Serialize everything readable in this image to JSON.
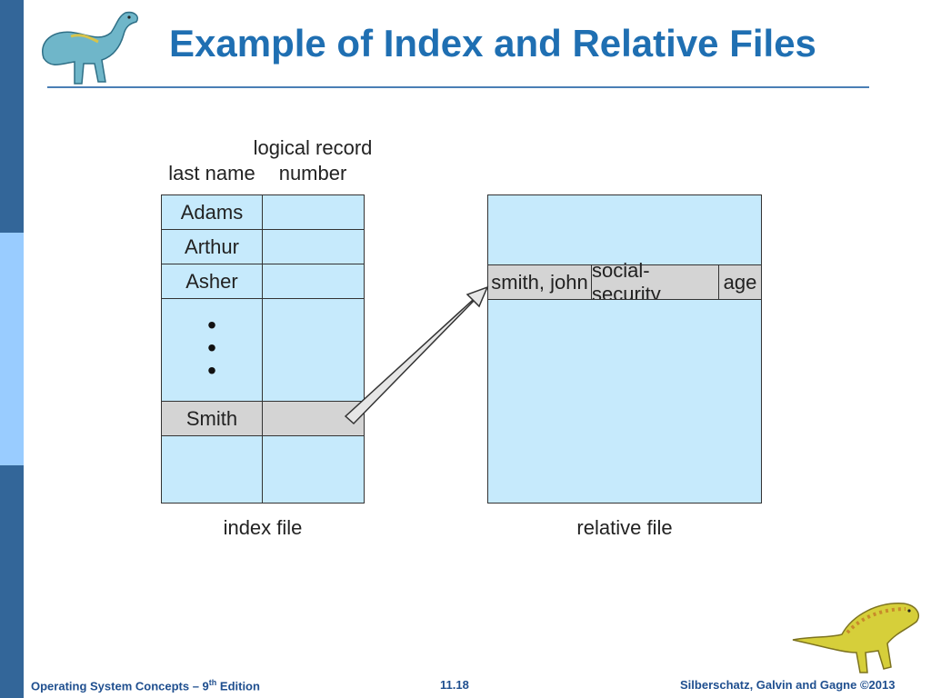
{
  "slide": {
    "title": "Example of Index and Relative Files"
  },
  "index_file": {
    "header_col1": "last name",
    "header_col2_line1": "logical record",
    "header_col2_line2": "number",
    "rows": [
      "Adams",
      "Arthur",
      "Asher",
      "Smith"
    ],
    "ellipsis": "•",
    "label": "index file"
  },
  "relative_file": {
    "record_fields": [
      "smith, john",
      "social-security",
      "age"
    ],
    "label": "relative file"
  },
  "footer": {
    "left_prefix": "Operating System Concepts – 9",
    "left_sup": "th",
    "left_suffix": " Edition",
    "center": "11.18",
    "right": "Silberschatz, Galvin and Gagne ©2013"
  },
  "colors": {
    "accent_bar": "#336699",
    "accent_bar_light": "#99ccff",
    "title": "#1f6fb2",
    "cell_fill": "#c6eafc",
    "highlight_fill": "#d4d4d4"
  },
  "icons": [
    "dinosaur-top-left-icon",
    "dinosaur-bottom-right-icon",
    "pointer-arrow-icon"
  ]
}
